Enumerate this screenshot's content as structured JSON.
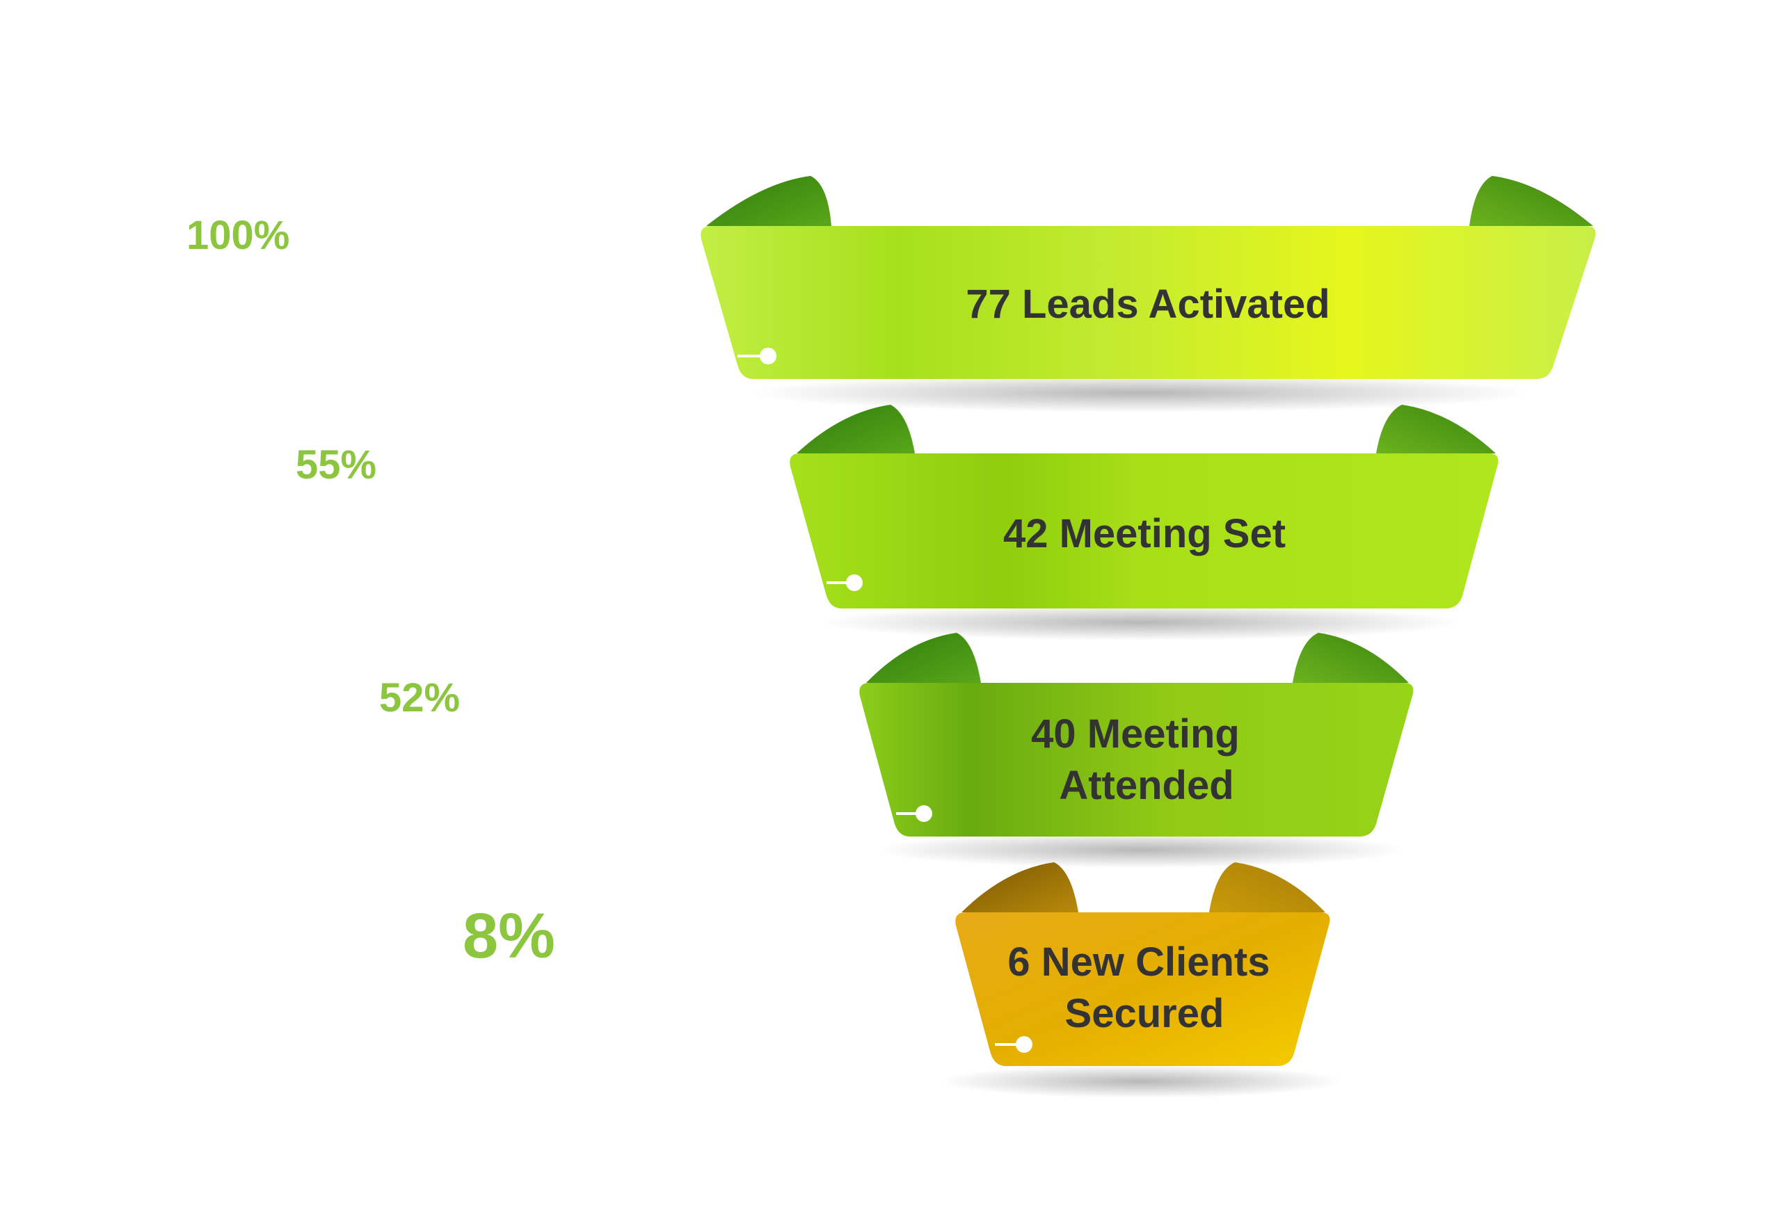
{
  "percentages": [
    {
      "label": "100%"
    },
    {
      "label": "55%"
    },
    {
      "label": "52%"
    },
    {
      "label": "8%"
    }
  ],
  "stages": [
    {
      "lines": [
        "77 Leads Activated"
      ]
    },
    {
      "lines": [
        "42 Meeting Set"
      ]
    },
    {
      "lines": [
        "40 Meeting",
        "Attended"
      ]
    },
    {
      "lines": [
        "6 New Clients",
        "Secured"
      ]
    }
  ],
  "colors": {
    "percent_text": "#8cc63f",
    "stage_text": "#333333",
    "green_light": "#c8f03c",
    "green_mid": "#9fd917",
    "green_dark": "#3e8a12",
    "gold_light": "#f5c800",
    "gold_mid": "#e0a800",
    "gold_dark": "#8a6200"
  }
}
